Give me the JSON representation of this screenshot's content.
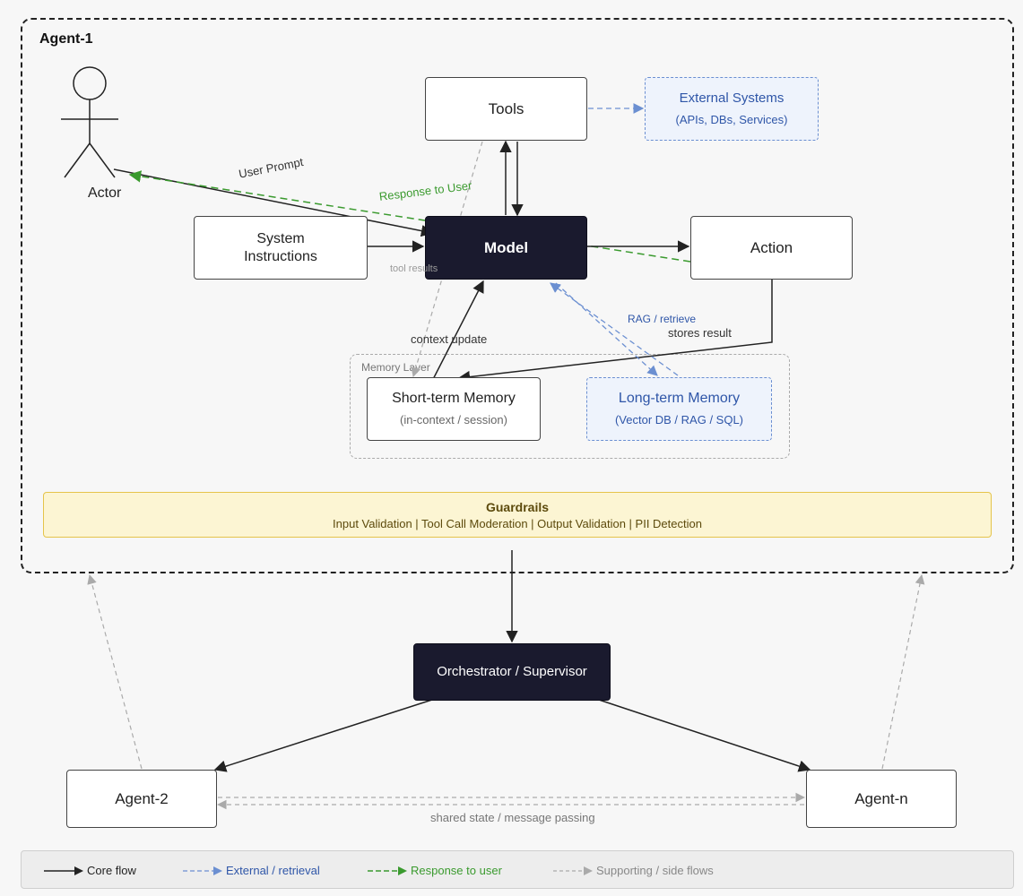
{
  "agent1": {
    "title": "Agent-1"
  },
  "actor": {
    "label": "Actor"
  },
  "tools": {
    "label": "Tools"
  },
  "external": {
    "title": "External Systems",
    "subtitle": "(APIs, DBs, Services)"
  },
  "system_instructions": {
    "line1": "System",
    "line2": "Instructions"
  },
  "model": {
    "label": "Model"
  },
  "action": {
    "label": "Action"
  },
  "memory_layer": {
    "title": "Memory Layer"
  },
  "short_term": {
    "title": "Short-term Memory",
    "subtitle": "(in-context / session)"
  },
  "long_term": {
    "title": "Long-term Memory",
    "subtitle": "(Vector DB / RAG / SQL)"
  },
  "edges": {
    "user_prompt": "User Prompt",
    "response_to_user": "Response to User",
    "tool_results": "tool results",
    "rag_retrieve": "RAG / retrieve",
    "stores_result": "stores result",
    "context_update": "context update",
    "shared_state": "shared state / message passing"
  },
  "guardrails": {
    "title": "Guardrails",
    "items": "Input Validation | Tool Call Moderation | Output Validation | PII Detection"
  },
  "orchestrator": {
    "label": "Orchestrator / Supervisor"
  },
  "agent2": {
    "label": "Agent-2"
  },
  "agentn": {
    "label": "Agent-n"
  },
  "legend": {
    "core": "Core flow",
    "external": "External / retrieval",
    "response": "Response to user",
    "supporting": "Supporting / side flows"
  },
  "colors": {
    "core": "#222222",
    "external": "#6b8fd1",
    "response": "#3a9a2e",
    "supporting": "#aaaaaa",
    "dark_box": "#1a1a2e",
    "guardrail_fill": "#fcf5d3",
    "guardrail_border": "#e5c44a"
  }
}
